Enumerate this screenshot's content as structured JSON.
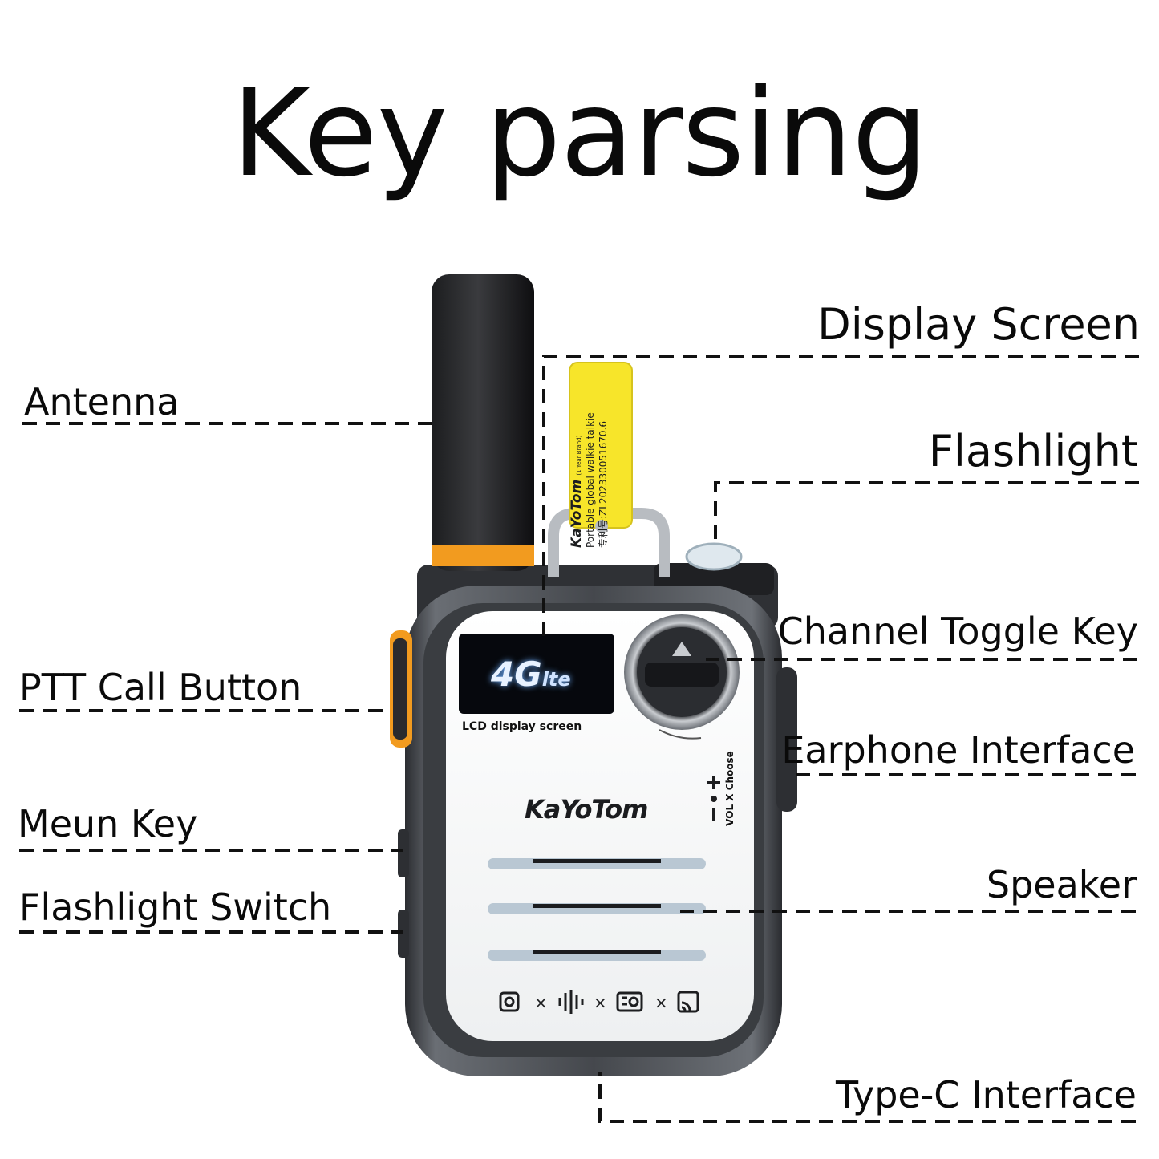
{
  "title": "Key parsing",
  "labels": {
    "antenna": "Antenna",
    "ptt": "PTT Call Button",
    "menu": "Meun Key",
    "flash_switch": "Flashlight Switch",
    "display": "Display Screen",
    "flashlight": "Flashlight",
    "channel": "Channel Toggle Key",
    "earphone": "Earphone Interface",
    "speaker": "Speaker",
    "typec": "Type-C Interface"
  },
  "device": {
    "brand": "KaYoTom",
    "screen_text": "4G",
    "screen_sub": "lte",
    "screen_caption": "LCD display screen",
    "side_text": "VOL X Choose",
    "tag_brand": "KaYoTom",
    "tag_sub": "(1 Year Brand)",
    "tag_line1": "Portable global walkie talkie",
    "tag_line2": "专利号:ZL202330051670.6"
  },
  "colors": {
    "accent_orange": "#f29b1f",
    "tag_yellow": "#f7e52a",
    "screen_blue": "#2f8cff",
    "body_frame": "#4a4d52",
    "face_white": "#f7f8f8",
    "grill_blue": "#b9c7d3"
  }
}
